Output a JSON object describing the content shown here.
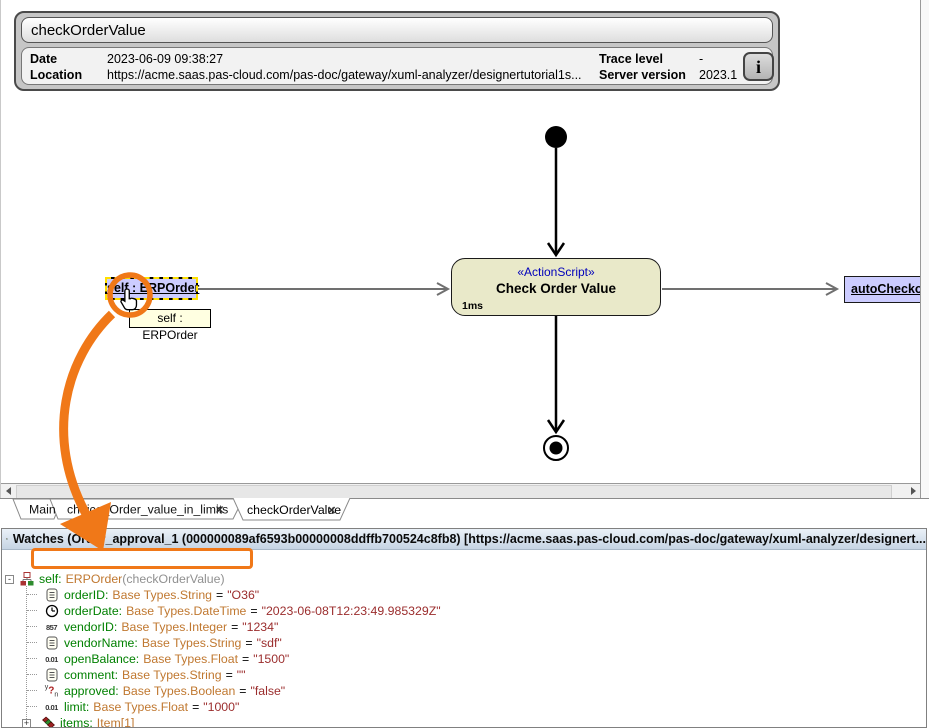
{
  "colors": {
    "annotation": "#f07818",
    "action_fill": "#e9e9c9",
    "object_fill": "#ccccff",
    "stereotype_text": "#0000bb"
  },
  "trace_header": {
    "title": "checkOrderValue",
    "date_label": "Date",
    "date_value": "2023-06-09 09:38:27",
    "location_label": "Location",
    "location_value": "https://acme.saas.pas-cloud.com/pas-doc/gateway/xuml-analyzer/designertutorial1s...",
    "trace_level_label": "Trace level",
    "trace_level_value": "-",
    "server_version_label": "Server version",
    "server_version_value": "2023.1",
    "info_button_label": "i"
  },
  "diagram": {
    "action_stereotype": "«ActionScript»",
    "action_name": "Check Order Value",
    "action_duration": "1ms",
    "object_left_label": "self : ERPOrder",
    "object_right_label": "autoCheckou",
    "tooltip_text": "self : ERPOrder"
  },
  "tabs": [
    {
      "label": "Main",
      "close": ""
    },
    {
      "label": "choice_Order_value_in_limits",
      "close": "✕"
    },
    {
      "label": "checkOrderValue",
      "close": "✕"
    }
  ],
  "watches": {
    "title": "Watches (Order_approval_1 (000000089af6593b00000008ddffb700524c8fb8) [https://acme.saas.pas-cloud.com/pas-doc/gateway/xuml-analyzer/designert...",
    "collapse_glyph": "-",
    "expand_glyph": "+",
    "root": {
      "name": "self:",
      "type": "ERPOrder",
      "context": "(checkOrderValue)"
    },
    "rows": [
      {
        "name": "orderID:",
        "type": "Base Types.String",
        "eq": "=",
        "value": "\"O36\""
      },
      {
        "name": "orderDate:",
        "type": "Base Types.DateTime",
        "eq": "=",
        "value": "\"2023-06-08T12:23:49.985329Z\""
      },
      {
        "name": "vendorID:",
        "type": "Base Types.Integer",
        "eq": "=",
        "value": "\"1234\""
      },
      {
        "name": "vendorName:",
        "type": "Base Types.String",
        "eq": "=",
        "value": "\"sdf\""
      },
      {
        "name": "openBalance:",
        "type": "Base Types.Float",
        "eq": "=",
        "value": "\"1500\""
      },
      {
        "name": "comment:",
        "type": "Base Types.String",
        "eq": "=",
        "value": "\"\""
      },
      {
        "name": "approved:",
        "type": "Base Types.Boolean",
        "eq": "=",
        "value": "\"false\""
      },
      {
        "name": "limit:",
        "type": "Base Types.Float",
        "eq": "=",
        "value": "\"1000\""
      },
      {
        "name": "items:",
        "type": "Item[1]",
        "eq": "",
        "value": ""
      }
    ],
    "icon_glyphs": {
      "integer": "857",
      "float": "0.01",
      "bool_sup": "y",
      "bool_q": "?",
      "bool_sub": "n"
    }
  }
}
